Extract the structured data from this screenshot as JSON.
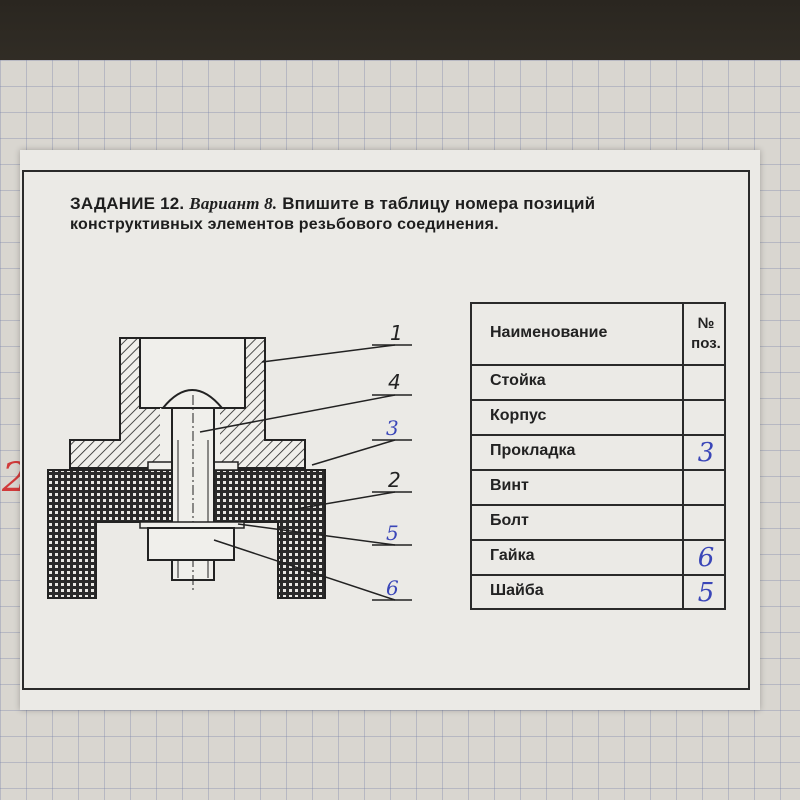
{
  "task": {
    "title_bold": "ЗАДАНИЕ 12.",
    "title_variant": "Вариант 8.",
    "title_rest": "Впишите в таблицу номера позиций",
    "title_line2": "конструктивных элементов резьбового соединения."
  },
  "callouts": [
    {
      "label": "1"
    },
    {
      "label": "4"
    },
    {
      "label": "3"
    },
    {
      "label": "2"
    },
    {
      "label": "5"
    },
    {
      "label": "6"
    }
  ],
  "margin_note": "2",
  "table": {
    "header_name": "Наименование",
    "header_pos": "№ поз.",
    "rows": [
      {
        "name": "Стойка",
        "pos": ""
      },
      {
        "name": "Корпус",
        "pos": ""
      },
      {
        "name": "Прокладка",
        "pos": "3"
      },
      {
        "name": "Винт",
        "pos": ""
      },
      {
        "name": "Болт",
        "pos": ""
      },
      {
        "name": "Гайка",
        "pos": "6"
      },
      {
        "name": "Шайба",
        "pos": "5"
      }
    ]
  }
}
